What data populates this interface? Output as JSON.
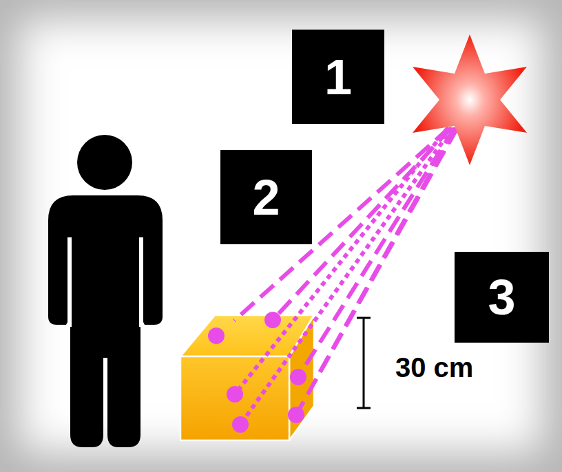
{
  "diagram": {
    "labels": [
      "1",
      "2",
      "3",
      "30 cm"
    ]
  }
}
